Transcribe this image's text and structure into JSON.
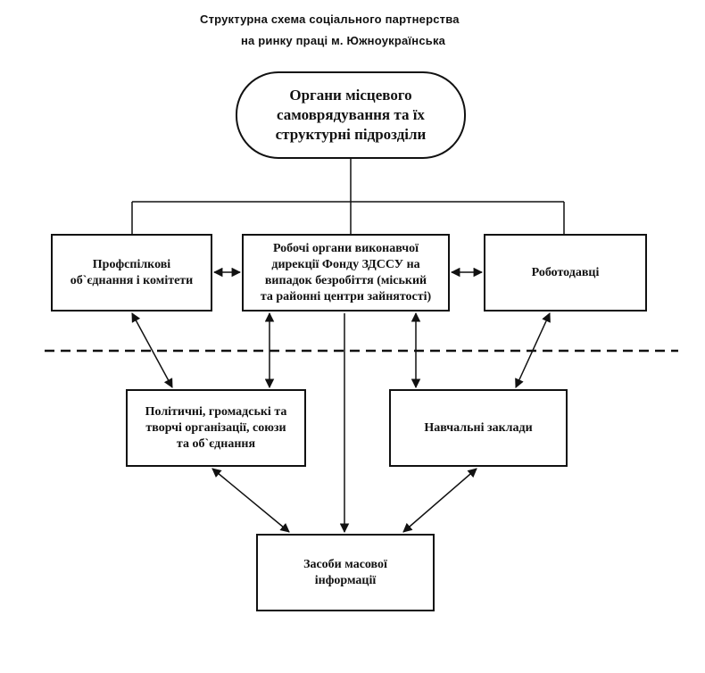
{
  "title": {
    "line1": "Структурна схема соціального партнерства",
    "line2": "на ринку праці м. Южноукраїнська"
  },
  "nodes": {
    "root": "Органи місцевого\nсамоврядування та їх\nструктурні підрозділи",
    "trade_unions": "Профспілкові\nоб`єднання і комітети",
    "fund_bodies": "Робочі органи виконавчої\nдирекції Фонду ЗДССУ на\nвипадок безробіття (міський\nта районні центри зайнятості)",
    "employers": "Роботодавці",
    "organizations": "Політичні, громадські та\nтворчі організації, союзи\nта об`єднання",
    "education": "Навчальні заклади",
    "media": "Засоби масової\nінформації"
  }
}
